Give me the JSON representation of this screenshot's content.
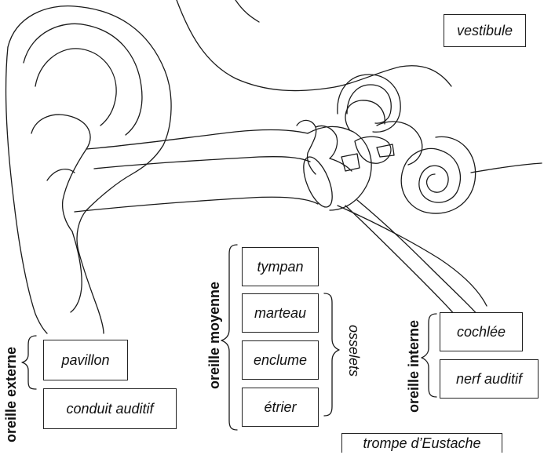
{
  "labels": {
    "vestibule": "vestibule",
    "tympan": "tympan",
    "marteau": "marteau",
    "enclume": "enclume",
    "etrier": "étrier",
    "pavillon": "pavillon",
    "conduit": "conduit auditif",
    "cochlee": "cochlée",
    "nerf": "nerf auditif",
    "trompe": "trompe d’Eustache"
  },
  "groups": {
    "externe": "oreille externe",
    "moyenne": "oreille moyenne",
    "interne": "oreille interne",
    "osselets": "osselets"
  }
}
